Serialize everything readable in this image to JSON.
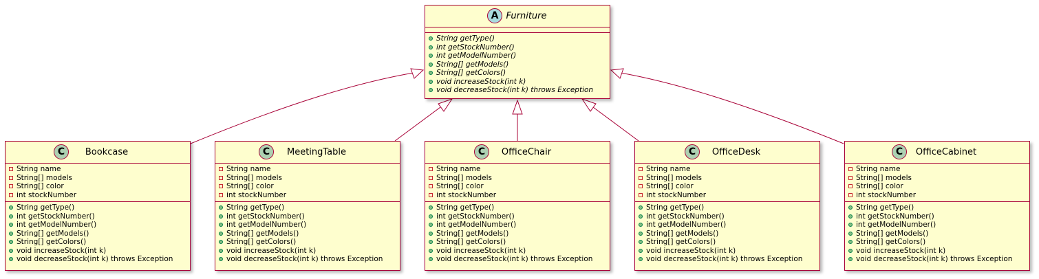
{
  "diagram": {
    "parent": {
      "stereotype": "A",
      "name": "Furniture",
      "fields": [],
      "methods": [
        {
          "vis": "public",
          "text": "String getType()"
        },
        {
          "vis": "public",
          "text": "int getStockNumber()"
        },
        {
          "vis": "public",
          "text": "int getModelNumber()"
        },
        {
          "vis": "public",
          "text": "String[] getModels()"
        },
        {
          "vis": "public",
          "text": "String[] getColors()"
        },
        {
          "vis": "public",
          "text": "void increaseStock(int k)"
        },
        {
          "vis": "public",
          "text": "void decreaseStock(int k) throws Exception"
        }
      ]
    },
    "children": [
      {
        "stereotype": "C",
        "name": "Bookcase",
        "fields": [
          {
            "vis": "private",
            "text": "String name"
          },
          {
            "vis": "private",
            "text": "String[] models"
          },
          {
            "vis": "private",
            "text": "String[] color"
          },
          {
            "vis": "private",
            "text": "int stockNumber"
          }
        ],
        "methods": [
          {
            "vis": "public",
            "text": "String getType()"
          },
          {
            "vis": "public",
            "text": "int getStockNumber()"
          },
          {
            "vis": "public",
            "text": "int getModelNumber()"
          },
          {
            "vis": "public",
            "text": "String[] getModels()"
          },
          {
            "vis": "public",
            "text": "String[] getColors()"
          },
          {
            "vis": "public",
            "text": "void increaseStock(int k)"
          },
          {
            "vis": "public",
            "text": "void decreaseStock(int k) throws Exception"
          }
        ]
      },
      {
        "stereotype": "C",
        "name": "MeetingTable",
        "fields": [
          {
            "vis": "private",
            "text": "String name"
          },
          {
            "vis": "private",
            "text": "String[] models"
          },
          {
            "vis": "private",
            "text": "String[] color"
          },
          {
            "vis": "private",
            "text": "int stockNumber"
          }
        ],
        "methods": [
          {
            "vis": "public",
            "text": "String getType()"
          },
          {
            "vis": "public",
            "text": "int getStockNumber()"
          },
          {
            "vis": "public",
            "text": "int getModelNumber()"
          },
          {
            "vis": "public",
            "text": "String[] getModels()"
          },
          {
            "vis": "public",
            "text": "String[] getColors()"
          },
          {
            "vis": "public",
            "text": "void increaseStock(int k)"
          },
          {
            "vis": "public",
            "text": "void decreaseStock(int k) throws Exception"
          }
        ]
      },
      {
        "stereotype": "C",
        "name": "OfficeChair",
        "fields": [
          {
            "vis": "private",
            "text": "String name"
          },
          {
            "vis": "private",
            "text": "String[] models"
          },
          {
            "vis": "private",
            "text": "String[] color"
          },
          {
            "vis": "private",
            "text": "int stockNumber"
          }
        ],
        "methods": [
          {
            "vis": "public",
            "text": "String getType()"
          },
          {
            "vis": "public",
            "text": "int getStockNumber()"
          },
          {
            "vis": "public",
            "text": "int getModelNumber()"
          },
          {
            "vis": "public",
            "text": "String[] getModels()"
          },
          {
            "vis": "public",
            "text": "String[] getColors()"
          },
          {
            "vis": "public",
            "text": "void increaseStock(int k)"
          },
          {
            "vis": "public",
            "text": "void decreaseStock(int k) throws Exception"
          }
        ]
      },
      {
        "stereotype": "C",
        "name": "OfficeDesk",
        "fields": [
          {
            "vis": "private",
            "text": "String name"
          },
          {
            "vis": "private",
            "text": "String[] models"
          },
          {
            "vis": "private",
            "text": "String[] color"
          },
          {
            "vis": "private",
            "text": "int stockNumber"
          }
        ],
        "methods": [
          {
            "vis": "public",
            "text": "String getType()"
          },
          {
            "vis": "public",
            "text": "int getStockNumber()"
          },
          {
            "vis": "public",
            "text": "int getModelNumber()"
          },
          {
            "vis": "public",
            "text": "String[] getModels()"
          },
          {
            "vis": "public",
            "text": "String[] getColors()"
          },
          {
            "vis": "public",
            "text": "void increaseStock(int k)"
          },
          {
            "vis": "public",
            "text": "void decreaseStock(int k) throws Exception"
          }
        ]
      },
      {
        "stereotype": "C",
        "name": "OfficeCabinet",
        "fields": [
          {
            "vis": "private",
            "text": "String name"
          },
          {
            "vis": "private",
            "text": "String[] models"
          },
          {
            "vis": "private",
            "text": "String[] color"
          },
          {
            "vis": "private",
            "text": "int stockNumber"
          }
        ],
        "methods": [
          {
            "vis": "public",
            "text": "String getType()"
          },
          {
            "vis": "public",
            "text": "int getStockNumber()"
          },
          {
            "vis": "public",
            "text": "int getModelNumber()"
          },
          {
            "vis": "public",
            "text": "String[] getModels()"
          },
          {
            "vis": "public",
            "text": "String[] getColors()"
          },
          {
            "vis": "public",
            "text": "void increaseStock(int k)"
          },
          {
            "vis": "public",
            "text": "void decreaseStock(int k) throws Exception"
          }
        ]
      }
    ],
    "colors": {
      "border": "#a80036",
      "fill": "#fefece",
      "class_badge": "#add1b2",
      "abstract_badge": "#a9dcdf",
      "private_marker": "#c82930",
      "public_marker": "#84be84"
    }
  }
}
